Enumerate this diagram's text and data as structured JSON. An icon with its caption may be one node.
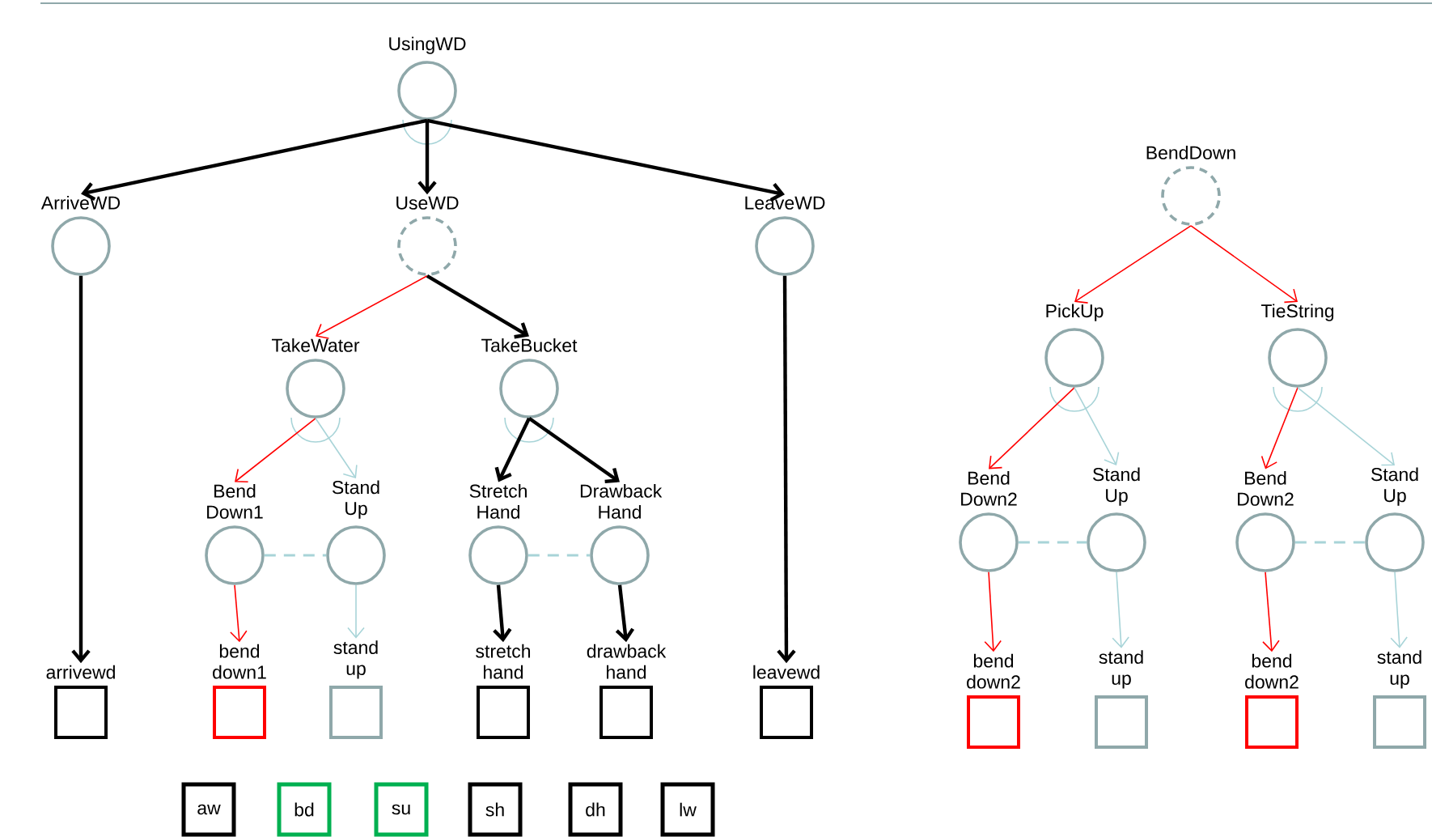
{
  "diagram": {
    "nodes": [
      {
        "text": [
          "UsingWD"
        ]
      },
      {
        "text": [
          "ArriveWD"
        ]
      },
      {
        "text": [
          "UseWD"
        ]
      },
      {
        "text": [
          "LeaveWD"
        ]
      },
      {
        "text": [
          "TakeWater"
        ]
      },
      {
        "text": [
          "TakeBucket"
        ]
      },
      {
        "text": [
          "Bend Down1"
        ]
      },
      {
        "text": [
          "Stand Up"
        ]
      },
      {
        "text": [
          "Stretch Hand"
        ]
      },
      {
        "text": [
          "Drawback Hand"
        ]
      },
      {
        "text": [
          "arrivewd"
        ]
      },
      {
        "text": [
          "bend down1"
        ]
      },
      {
        "text": [
          "stand up"
        ]
      },
      {
        "text": [
          "stretch hand"
        ]
      },
      {
        "text": [
          "drawback hand"
        ]
      },
      {
        "text": [
          "leavewd"
        ]
      },
      {
        "text": [
          "aw"
        ]
      },
      {
        "text": [
          "bd"
        ]
      },
      {
        "text": [
          "su"
        ]
      },
      {
        "text": [
          "sh"
        ]
      },
      {
        "text": [
          "dh"
        ]
      },
      {
        "text": [
          "lw"
        ]
      },
      {
        "text": [
          "BendDown"
        ]
      },
      {
        "text": [
          "PickUp"
        ]
      },
      {
        "text": [
          "TieString"
        ]
      },
      {
        "text": [
          "Bend Down2"
        ]
      },
      {
        "text": [
          "Stand Up"
        ]
      },
      {
        "text": [
          "Bend Down2"
        ]
      },
      {
        "text": [
          "Stand Up"
        ]
      },
      {
        "text": [
          "bend down2"
        ]
      },
      {
        "text": [
          "stand up"
        ]
      },
      {
        "text": [
          "bend down2"
        ]
      },
      {
        "text": [
          "stand up"
        ]
      }
    ],
    "edges": [
      {
        "from": 0,
        "to": 1,
        "arrow": "to"
      },
      {
        "from": 0,
        "to": 2,
        "arrow": "to"
      },
      {
        "from": 0,
        "to": 3,
        "arrow": "to"
      },
      {
        "from": 2,
        "to": 4,
        "arrow": "to",
        "color": "#ff0000"
      },
      {
        "from": 2,
        "to": 5,
        "arrow": "to"
      },
      {
        "from": 4,
        "to": 6,
        "arrow": "to",
        "color": "#ff0000"
      },
      {
        "from": 4,
        "to": 7,
        "arrow": "to",
        "color": "#a8d4d8"
      },
      {
        "from": 5,
        "to": 8,
        "arrow": "to"
      },
      {
        "from": 5,
        "to": 9,
        "arrow": "to"
      },
      {
        "from": 6,
        "to": 7,
        "arrow": "none",
        "style": "dashed",
        "color": "#a8d4d8"
      },
      {
        "from": 8,
        "to": 9,
        "arrow": "none",
        "style": "dashed",
        "color": "#a8d4d8"
      },
      {
        "from": 1,
        "to": 10,
        "arrow": "to"
      },
      {
        "from": 6,
        "to": 11,
        "arrow": "to",
        "color": "#ff0000"
      },
      {
        "from": 7,
        "to": 12,
        "arrow": "to",
        "color": "#a8d4d8"
      },
      {
        "from": 8,
        "to": 13,
        "arrow": "to"
      },
      {
        "from": 9,
        "to": 14,
        "arrow": "to"
      },
      {
        "from": 3,
        "to": 15,
        "arrow": "to"
      },
      {
        "from": 22,
        "to": 23,
        "arrow": "to",
        "color": "#ff0000"
      },
      {
        "from": 22,
        "to": 24,
        "arrow": "to",
        "color": "#ff0000"
      },
      {
        "from": 23,
        "to": 25,
        "arrow": "to",
        "color": "#ff0000"
      },
      {
        "from": 23,
        "to": 26,
        "arrow": "to",
        "color": "#a8d4d8"
      },
      {
        "from": 24,
        "to": 27,
        "arrow": "to",
        "color": "#ff0000"
      },
      {
        "from": 24,
        "to": 28,
        "arrow": "to",
        "color": "#a8d4d8"
      },
      {
        "from": 25,
        "to": 26,
        "arrow": "none",
        "style": "dashed",
        "color": "#a8d4d8"
      },
      {
        "from": 27,
        "to": 28,
        "arrow": "none",
        "style": "dashed",
        "color": "#a8d4d8"
      },
      {
        "from": 25,
        "to": 29,
        "arrow": "to",
        "color": "#ff0000"
      },
      {
        "from": 26,
        "to": 30,
        "arrow": "to",
        "color": "#a8d4d8"
      },
      {
        "from": 27,
        "to": 31,
        "arrow": "to",
        "color": "#ff0000"
      },
      {
        "from": 28,
        "to": 32,
        "arrow": "to",
        "color": "#a8d4d8"
      }
    ]
  }
}
